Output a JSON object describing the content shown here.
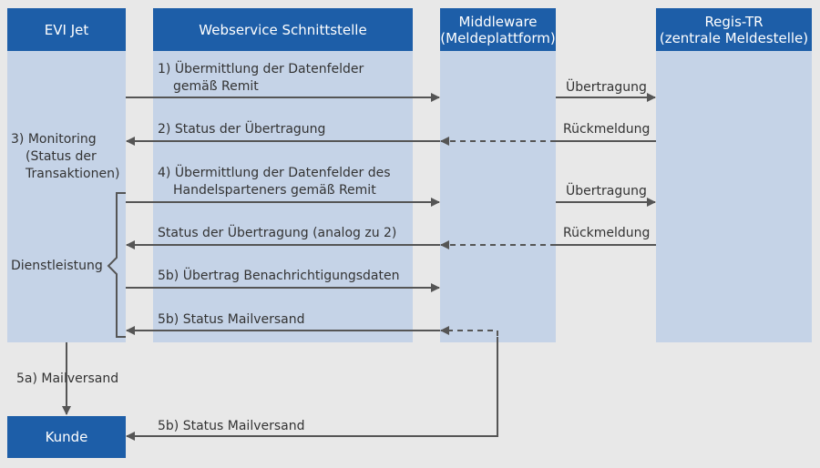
{
  "columns": {
    "evi_jet": "EVI Jet",
    "webservice": "Webservice Schnittstelle",
    "middleware_line1": "Middleware",
    "middleware_line2": "(Meldeplattform)",
    "regis_line1": "Regis-TR",
    "regis_line2": "(zentrale Meldestelle)"
  },
  "kunde": "Kunde",
  "side_labels": {
    "monitoring_line1": "3) Monitoring",
    "monitoring_line2": "(Status der",
    "monitoring_line3": "Transaktionen)",
    "dienstleistung": "Dienstleistung",
    "mailversand": "5a) Mailversand"
  },
  "flows": {
    "step1_line1": "1) Übermittlung der Datenfelder",
    "step1_line2": "gemäß Remit",
    "step2": "2) Status der Übertragung",
    "step4_line1": "4) Übermittlung der Datenfelder des",
    "step4_line2": "Handelsparteners gemäß Remit",
    "status_analog": "Status der Übertragung (analog zu 2)",
    "step5b_data": "5b) Übertrag Benachrichtigungsdaten",
    "step5b_mail": "5b) Status Mailversand",
    "step5b_kunde": "5b) Status Mailversand",
    "uebertragung1": "Übertragung",
    "rueckmeldung1": "Rückmeldung",
    "uebertragung2": "Übertragung",
    "rueckmeldung2": "Rückmeldung"
  },
  "colors": {
    "header_blue": "#1d5ea8",
    "column_light_blue": "#c5d3e7",
    "arrow_gray": "#555555",
    "background": "#e8e8e8"
  }
}
